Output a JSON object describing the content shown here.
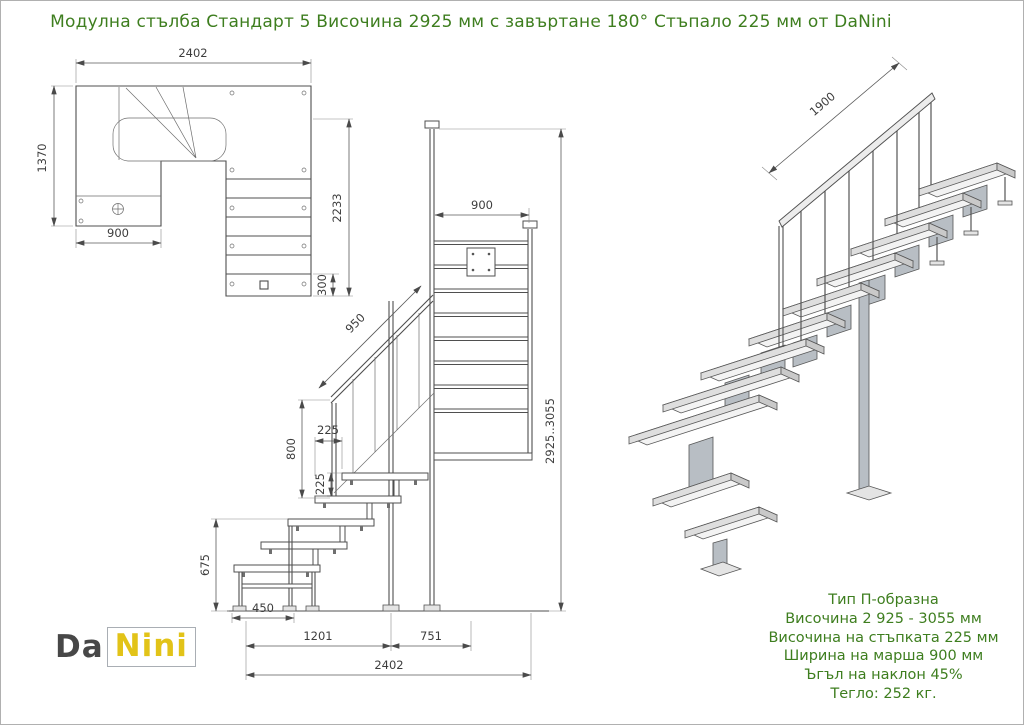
{
  "title": "Модулна стълба Стандарт 5 Височина 2925 мм с завъртане 180° Стъпало 225 мм  от DaNini",
  "colors": {
    "green": "#3e7e1f",
    "yellow": "#e2c318"
  },
  "plan": {
    "d2402": "2402",
    "d1370": "1370",
    "d900": "900",
    "d2233": "2233",
    "d300": "300"
  },
  "elev": {
    "d900": "900",
    "d950": "950",
    "d800": "800",
    "d225_depth": "225",
    "d225_rise": "225",
    "dtotal": "2925..3055",
    "d675": "675",
    "d450": "450",
    "d1201": "1201",
    "d751": "751",
    "d2402": "2402"
  },
  "iso": {
    "d1900": "1900"
  },
  "specs": {
    "type": "Тип П-образна",
    "height": "Височина 2 925 - 3055 мм",
    "step_height": "Височина на стъпката 225 мм",
    "march_width": "Ширина на марша 900 мм",
    "angle": "Ъгъл на наклон 45%",
    "weight": "Тегло: 252 кг."
  },
  "logo": {
    "da": "Da",
    "nini": "Nini"
  }
}
